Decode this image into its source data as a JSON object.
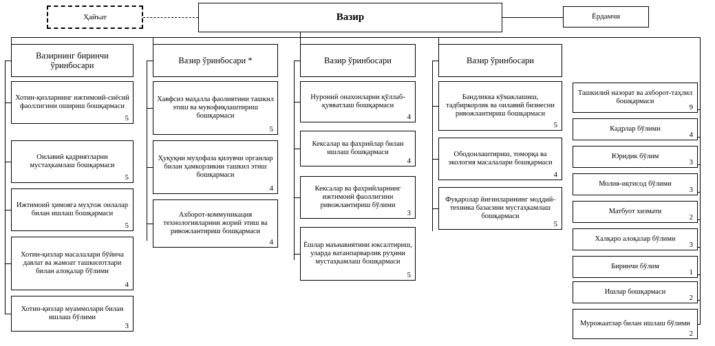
{
  "diagram": {
    "title_root": "Вазир",
    "aux_left": "Ҳайъат",
    "aux_right": "Ёрдамчи",
    "note": "*"
  },
  "columns": [
    {
      "id": "col1",
      "header": "Вазирнинг биринчи ўринбосари",
      "units": [
        {
          "label": "Хотин-қизларнинг ижтимоий-сиёсий фаоллигини ошириш бошқармаси",
          "count": "5"
        },
        {
          "label": "Оилавий қадриятларни мустаҳкамлаш бошқармаси",
          "count": "5"
        },
        {
          "label": "Ижтимоий ҳимояга муҳтож оилалар билан ишлаш бошқармаси",
          "count": "5"
        },
        {
          "label": "Хотин-қизлар масалалари бўйича давлат ва жамоат ташкилотлари билан алоқалар бўлими",
          "count": "4"
        },
        {
          "label": "Хотин-қизлар муаммолари билан ишлаш бўлими",
          "count": "3"
        }
      ]
    },
    {
      "id": "col2",
      "header": "Вазир ўринбосари *",
      "units": [
        {
          "label": "Хавфсиз маҳалла фаолиятини ташкил этиш ва мувофиқлаштириш бошқармаси",
          "count": "5"
        },
        {
          "label": "Ҳуқуқни муҳофаза қилувчи органлар билан ҳамкорликни ташкил этиш бошқармаси",
          "count": "4"
        },
        {
          "label": "Ахборот-коммуникация технологияларини жорий этиш ва ривожлантириш бошқармаси",
          "count": "4"
        }
      ]
    },
    {
      "id": "col3",
      "header": "Вазир ўринбосари",
      "units": [
        {
          "label": "Нуроний онахонларни қўллаб-қувватлаш бошқармаси",
          "count": "4"
        },
        {
          "label": "Кексалар ва фахрийлар билан ишлаш бошқармаси",
          "count": "4"
        },
        {
          "label": "Кексалар ва фахрийларнинг ижтимоий фаоллигини ривожлантириш бўлими",
          "count": "3"
        },
        {
          "label": "Ёшлар маънавиятини юксалтириш, уларда ватанпарварлик руҳини мустаҳкамлаш бошқармаси",
          "count": "5"
        }
      ]
    },
    {
      "id": "col4",
      "header": "Вазир ўринбосари",
      "units": [
        {
          "label": "Бандликка кўмаклашиш, тадбиркорлик ва оилавий бизнесни ривожлантириш бошқармаси",
          "count": "5"
        },
        {
          "label": "Ободонлаштириш, томорқа ва экология масалалари бошқармаси",
          "count": "4"
        },
        {
          "label": "Фуқаролар йиғинларининг моддий-техника базасини мустаҳкамлаш бошқармаси",
          "count": "5"
        }
      ]
    },
    {
      "id": "col5",
      "header": "",
      "units": [
        {
          "label": "Ташкилий назорат ва ахборот-таҳлил бошқармаси",
          "count": "9"
        },
        {
          "label": "Кадрлар бўлими",
          "count": "4"
        },
        {
          "label": "Юридик бўлим",
          "count": "3"
        },
        {
          "label": "Молия-иқтисод бўлими",
          "count": "3"
        },
        {
          "label": "Матбуот хизмати",
          "count": "2"
        },
        {
          "label": "Халқаро алоқалар бўлими",
          "count": "3"
        },
        {
          "label": "Биринчи бўлим",
          "count": "1"
        },
        {
          "label": "Ишлар бошқармаси",
          "count": "2"
        },
        {
          "label": "Мурожаатлар билан ишлаш бўлими",
          "count": "2"
        }
      ]
    }
  ]
}
